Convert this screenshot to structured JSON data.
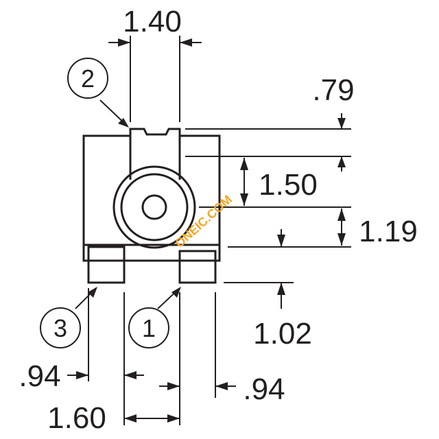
{
  "dimensions": {
    "top_width": "1.40",
    "top_offset": ".79",
    "center_height": "1.50",
    "right_height": "1.19",
    "pad_height": "1.02",
    "left_pad_width": ".94",
    "right_pad_width": ".94",
    "pad_spacing": "1.60"
  },
  "callouts": {
    "pin_2": "2",
    "pin_3": "3",
    "pin_1": "1"
  },
  "watermark": "ONEIC.COM",
  "colors": {
    "ink": "#231f20",
    "watermark": "#f5a623"
  }
}
